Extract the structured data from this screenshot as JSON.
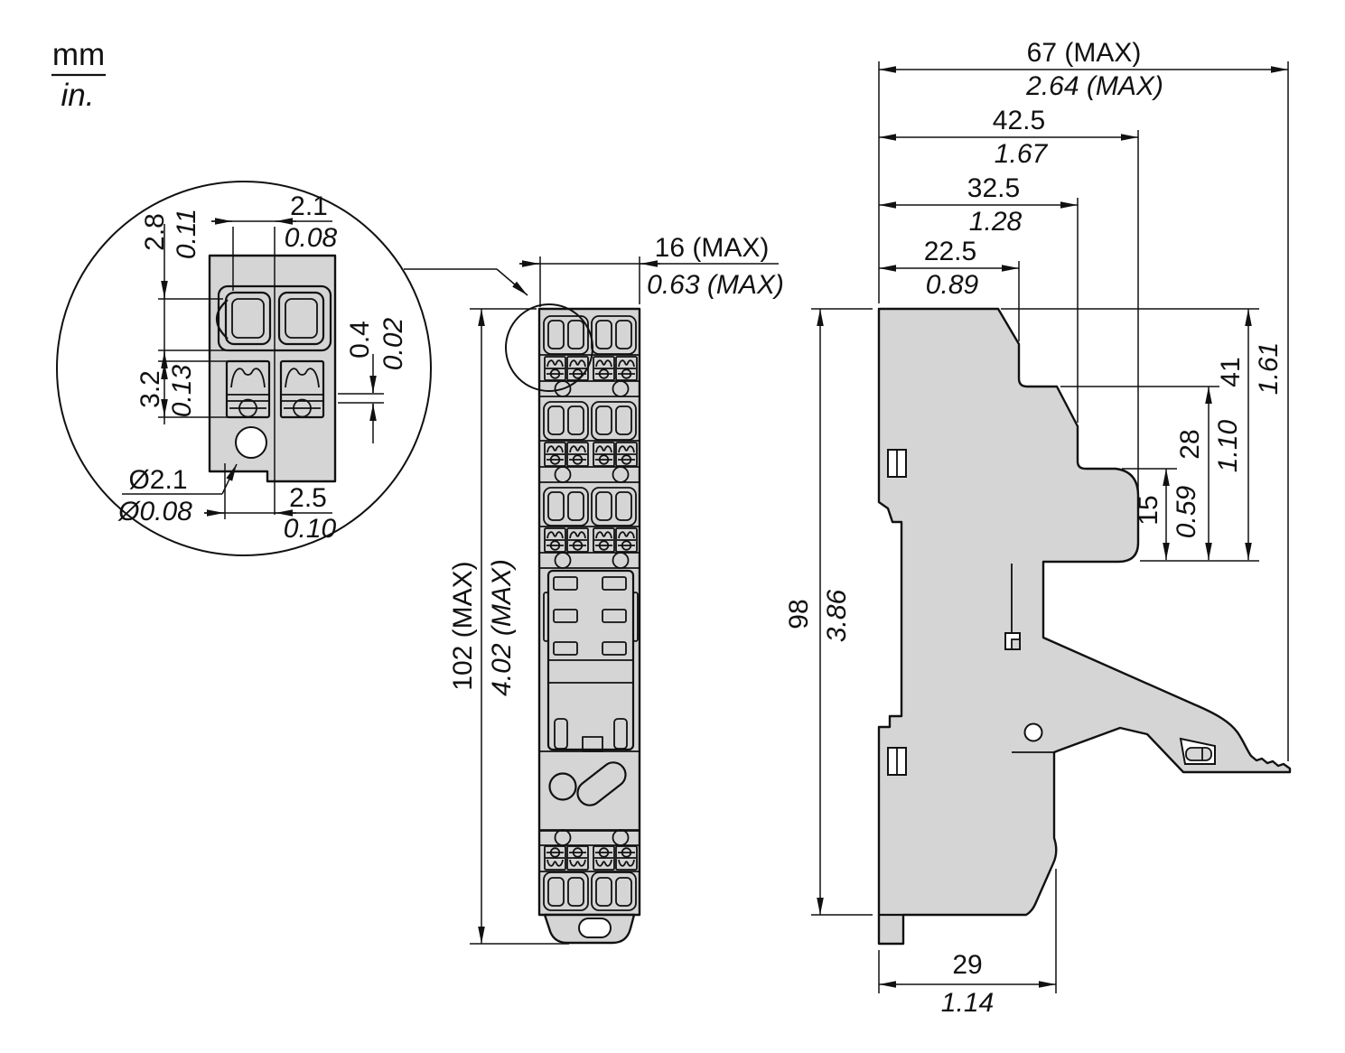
{
  "legend": {
    "unit_top": "mm",
    "unit_bottom": "in."
  },
  "detail_view": {
    "dims": {
      "pitch": {
        "mm": "2.1",
        "inch": "0.08"
      },
      "terminal_height": {
        "mm": "2.8",
        "inch": "0.11"
      },
      "clamp_height": {
        "mm": "3.2",
        "inch": "0.13"
      },
      "gap": {
        "mm": "0.4",
        "inch": "0.02"
      },
      "hole_diameter": {
        "mm": "Ø2.1",
        "inch": "Ø0.08"
      },
      "hole_offset": {
        "mm": "2.5",
        "inch": "0.10"
      }
    }
  },
  "front_view": {
    "dims": {
      "width": {
        "mm": "16 (MAX)",
        "inch": "0.63 (MAX)"
      },
      "height": {
        "mm": "102 (MAX)",
        "inch": "4.02 (MAX)"
      }
    }
  },
  "side_view": {
    "dims": {
      "overall_depth": {
        "mm": "67 (MAX)",
        "inch": "2.64 (MAX)"
      },
      "depth_42_5": {
        "mm": "42.5",
        "inch": "1.67"
      },
      "depth_32_5": {
        "mm": "32.5",
        "inch": "1.28"
      },
      "depth_22_5": {
        "mm": "22.5",
        "inch": "0.89"
      },
      "height_41": {
        "mm": "41",
        "inch": "1.61"
      },
      "height_28": {
        "mm": "28",
        "inch": "1.10"
      },
      "height_15": {
        "mm": "15",
        "inch": "0.59"
      },
      "height_98": {
        "mm": "98",
        "inch": "3.86"
      },
      "base_depth": {
        "mm": "29",
        "inch": "1.14"
      }
    }
  },
  "colors": {
    "part_fill": "#d5d5d5",
    "line_color": "#111111",
    "background": "#ffffff"
  }
}
